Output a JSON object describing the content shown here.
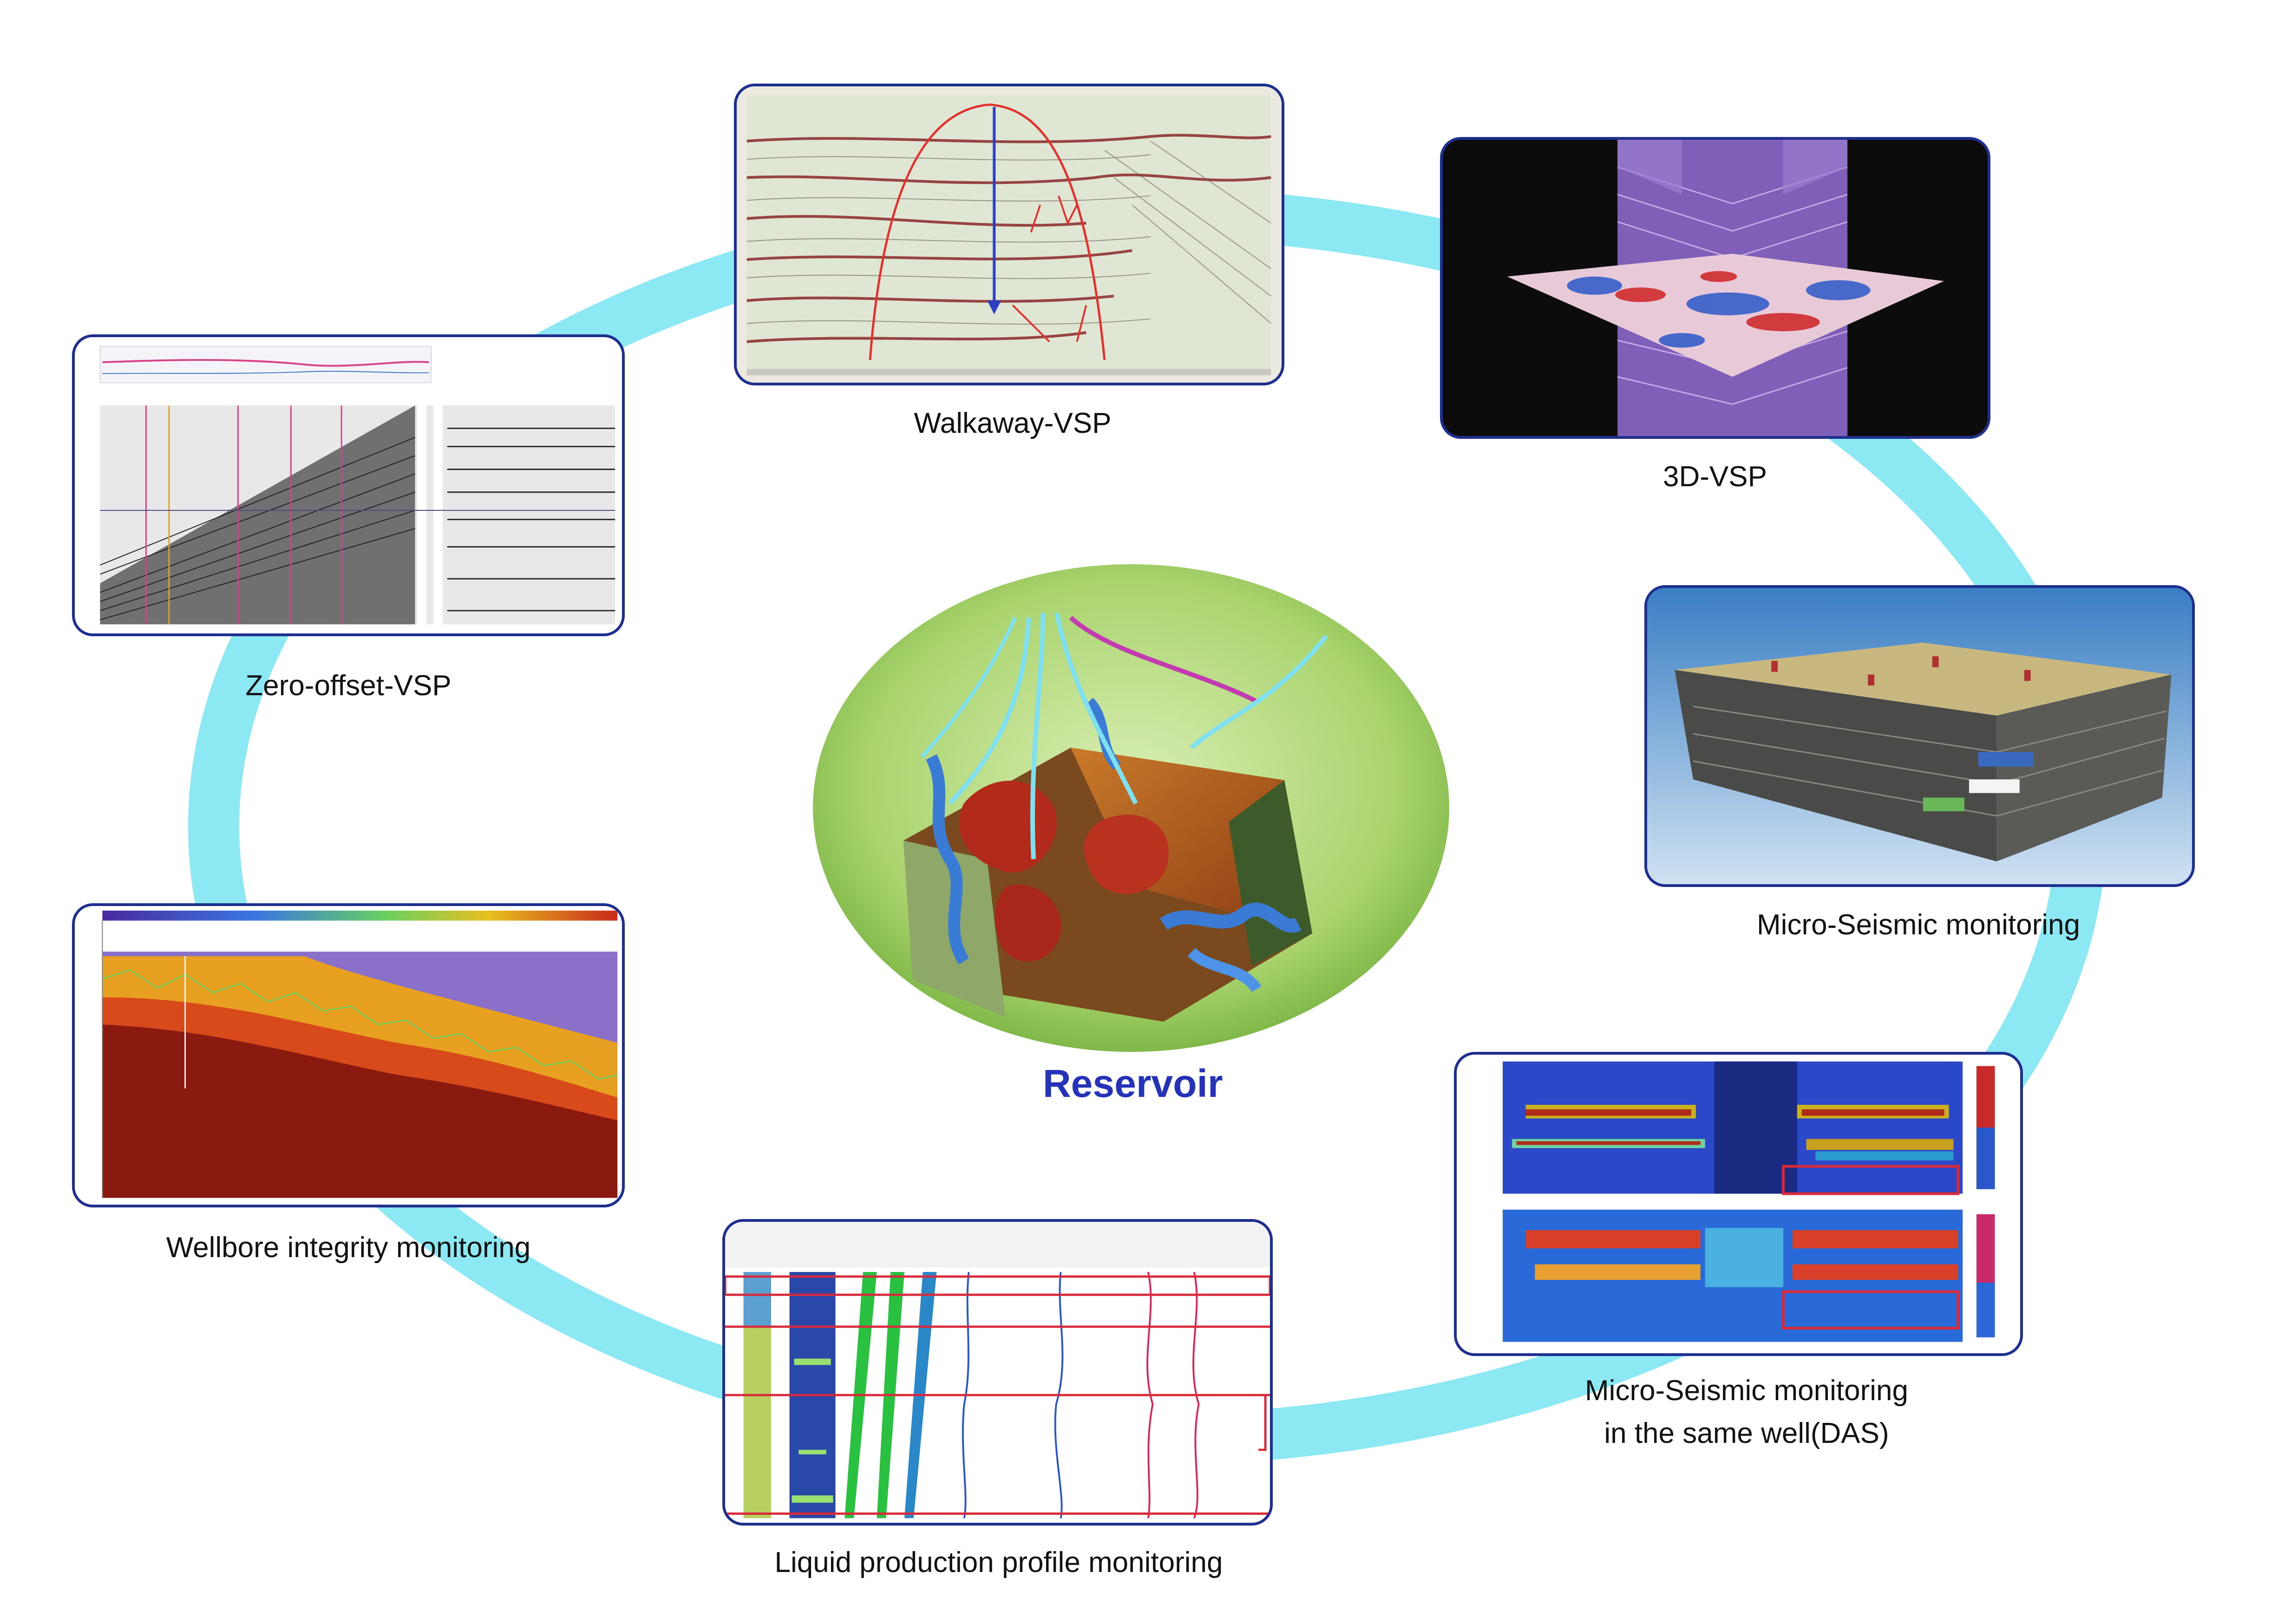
{
  "center": {
    "title": "Reservoir"
  },
  "captions": {
    "walkaway": "Walkaway-VSP",
    "vsp3d": "3D-VSP",
    "zero_offset": "Zero-offset-VSP",
    "micro_seismic": "Micro-Seismic monitoring",
    "das_line1": "Micro-Seismic monitoring",
    "das_line2": "in the same well(DAS)",
    "liquid": "Liquid production profile monitoring",
    "wellbore": "Wellbore integrity monitoring"
  },
  "colors": {
    "ring": "#8ce8f2",
    "panel_border": "#1f2f8f",
    "title": "#2433b8",
    "ellipse_light": "#cfe8a8",
    "ellipse_dark": "#6fae3a"
  }
}
